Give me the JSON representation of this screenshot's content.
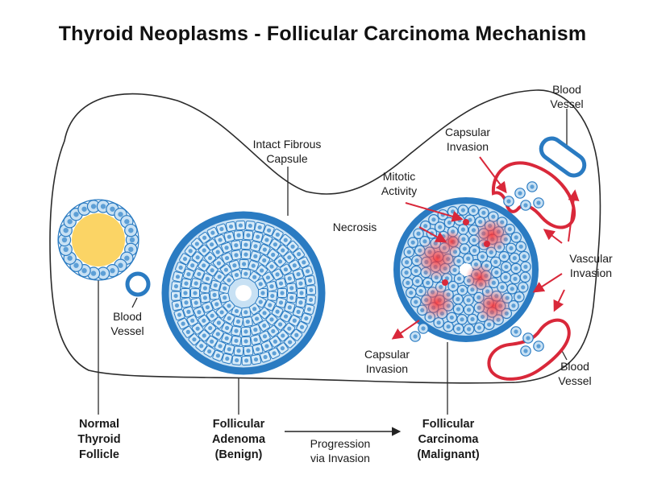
{
  "title": "Thyroid Neoplasms - Follicular Carcinoma Mechanism",
  "labels": {
    "intact_capsule": [
      "Intact Fibrous",
      "Capsule"
    ],
    "blood_vessel_left": [
      "Blood",
      "Vessel"
    ],
    "blood_vessel_top": [
      "Blood",
      "Vessel"
    ],
    "blood_vessel_bottom": [
      "Blood",
      "Vessel"
    ],
    "capsular_invasion_top": [
      "Capsular",
      "Invasion"
    ],
    "capsular_invasion_bottom": [
      "Capsular",
      "Invasion"
    ],
    "mitotic_activity": [
      "Mitotic",
      "Activity"
    ],
    "necrosis": "Necrosis",
    "vascular_invasion": [
      "Vascular",
      "Invasion"
    ],
    "progression": [
      "Progression",
      "via Invasion"
    ]
  },
  "stages": [
    [
      "Normal",
      "Thyroid",
      "Follicle"
    ],
    [
      "Follicular",
      "Adenoma",
      "(Benign)"
    ],
    [
      "Follicular",
      "Carcinoma",
      "(Malignant)"
    ]
  ],
  "colors": {
    "capsule": "#2a7bc2",
    "cell_fill": "#c8e1f4",
    "nucleus": "#5d9fd6",
    "colloid": "#fbd465",
    "vessel_red": "#d9283a",
    "arrow_red": "#d9283a",
    "outline": "#2b2b2b"
  }
}
